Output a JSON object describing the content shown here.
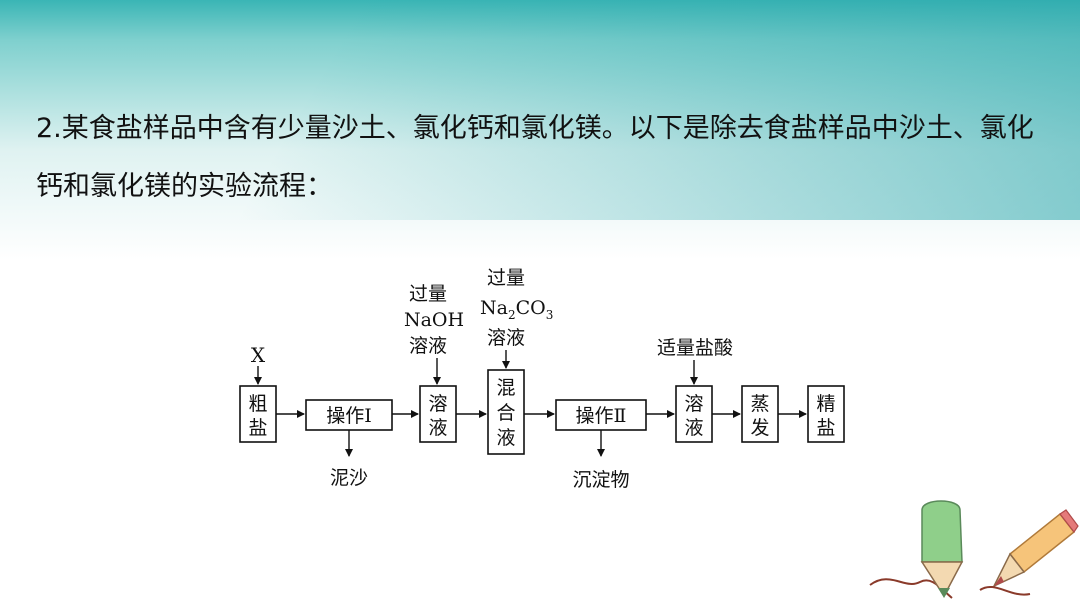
{
  "question": {
    "text": "2.某食盐样品中含有少量沙土、氯化钙和氯化镁。以下是除去食盐样品中沙土、氯化钙和氯化镁的实验流程："
  },
  "diagram": {
    "input_x": "X",
    "box_crude_salt": [
      "粗",
      "盐"
    ],
    "box_operation_1": "操作Ⅰ",
    "output_mud": "泥沙",
    "reagent_naoh": [
      "过量",
      "NaOH",
      "溶液"
    ],
    "box_solution_1": [
      "溶",
      "液"
    ],
    "reagent_na2co3": {
      "line1": "过量",
      "formula": {
        "a": "Na",
        "sub1": "2",
        "b": "CO",
        "sub2": "3"
      },
      "line3": "溶液"
    },
    "box_mixture": [
      "混",
      "合",
      "液"
    ],
    "box_operation_2": "操作Ⅱ",
    "output_precipitate": "沉淀物",
    "reagent_hcl": "适量盐酸",
    "box_solution_2": [
      "溶",
      "液"
    ],
    "box_evaporate": [
      "蒸",
      "发"
    ],
    "box_refined_salt": [
      "精",
      "盐"
    ]
  }
}
